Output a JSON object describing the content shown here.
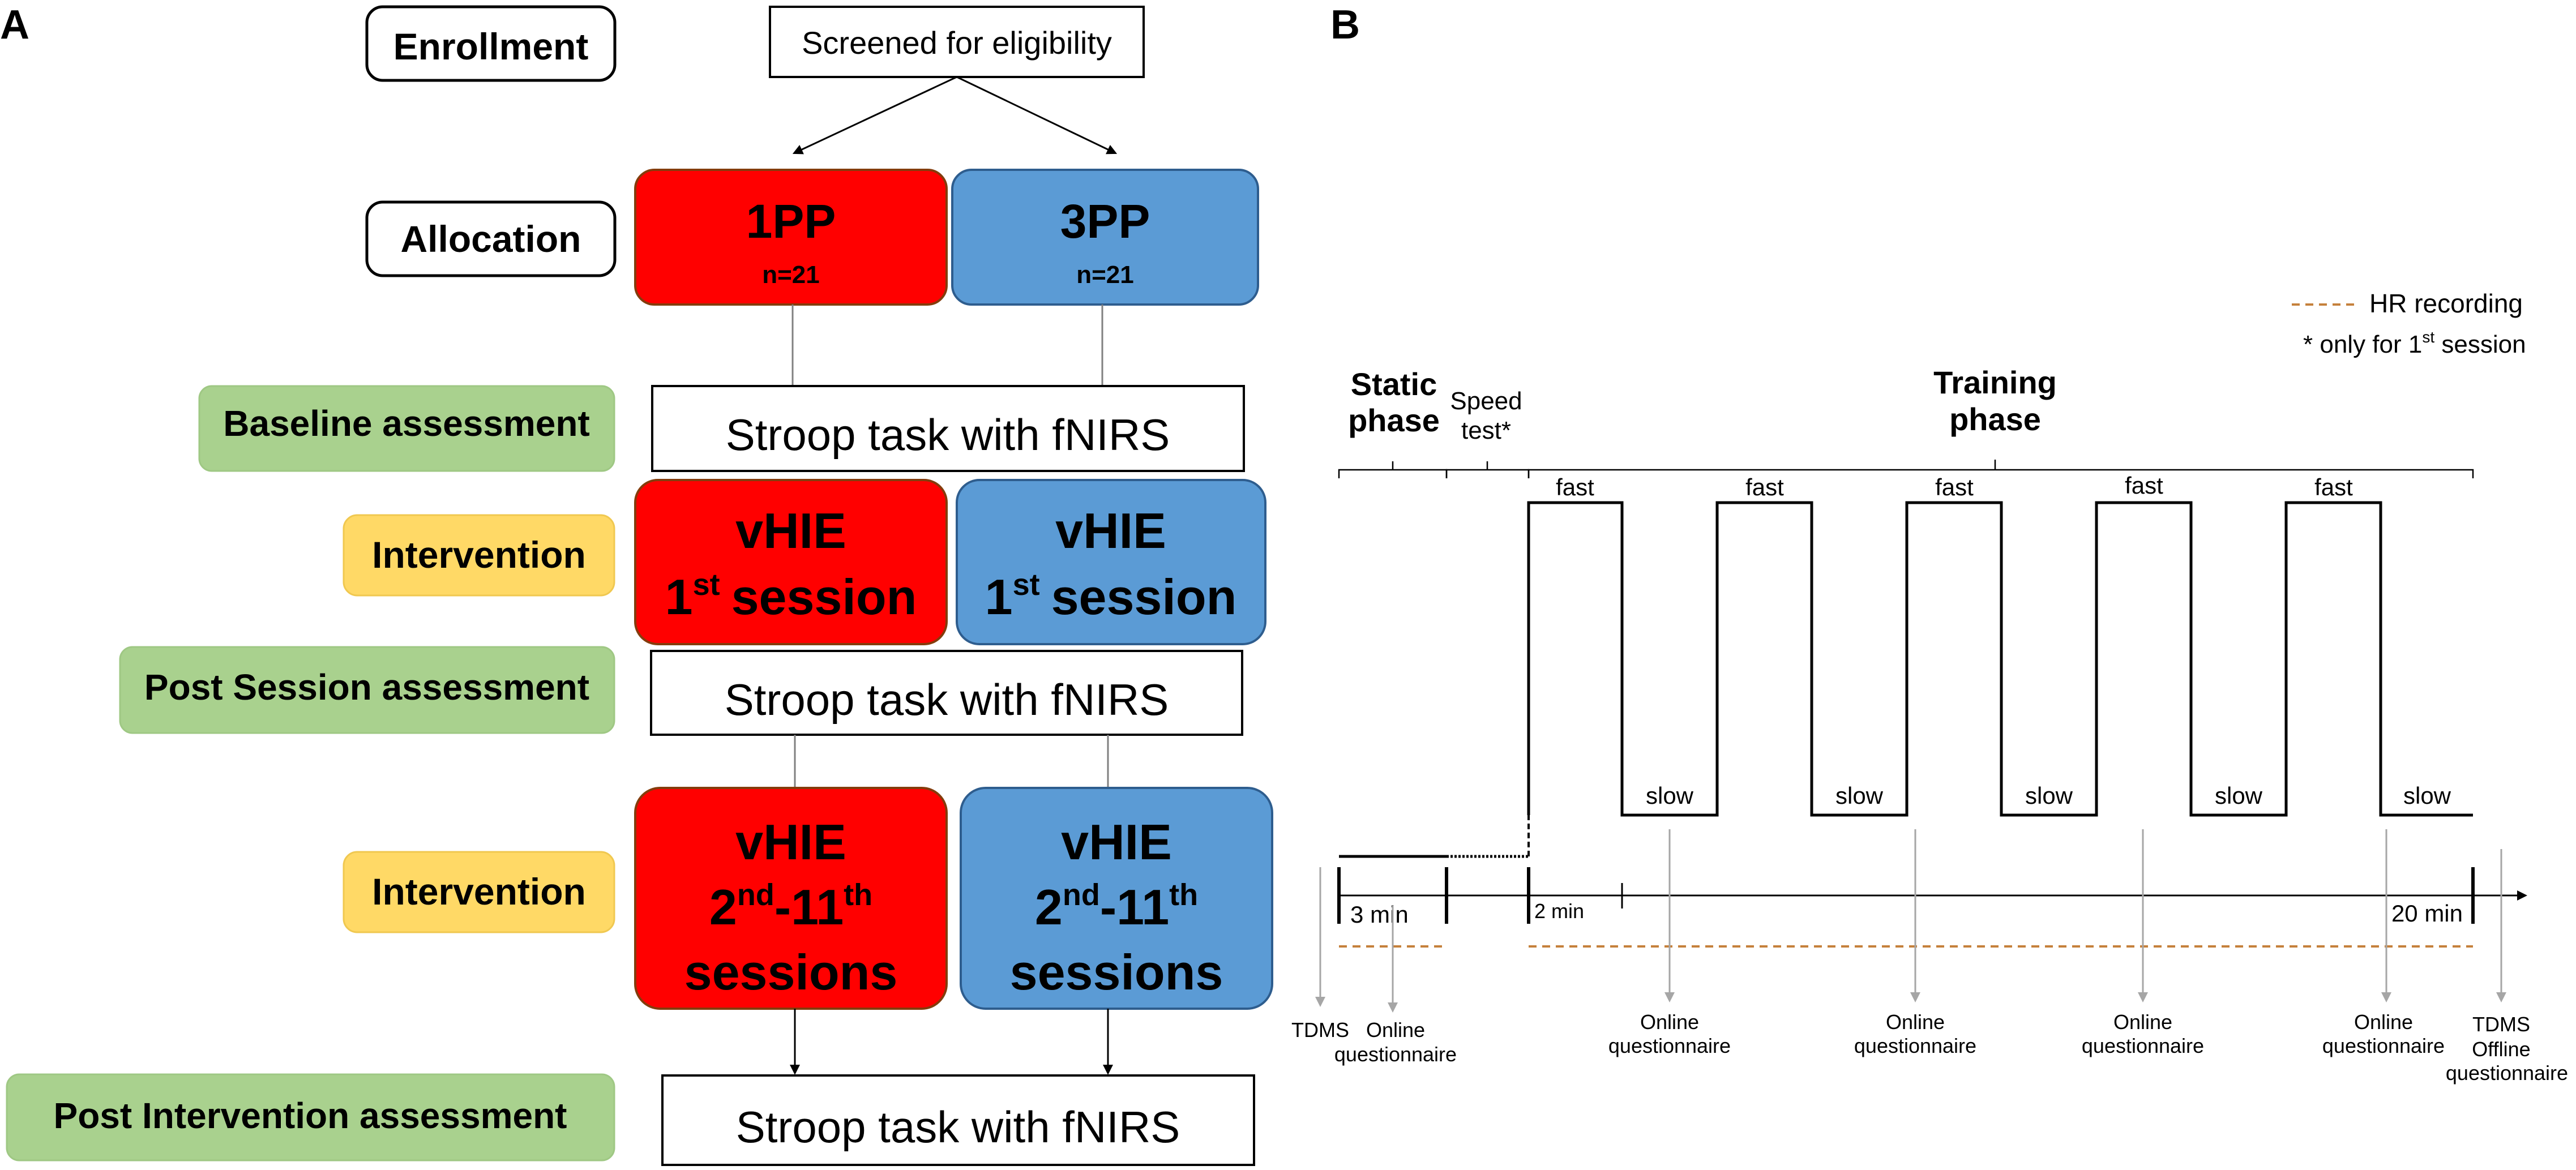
{
  "panel_a": {
    "letter": "A",
    "stage_labels": {
      "enrollment": "Enrollment",
      "allocation": "Allocation",
      "baseline": "Baseline assessment",
      "intervention_1": "Intervention",
      "post_session": "Post Session assessment",
      "intervention_2": "Intervention",
      "post_intervention": "Post Intervention assessment"
    },
    "screened": "Screened for eligibility",
    "groups": [
      {
        "name": "1PP",
        "n": "n=21",
        "color": "#ff0000"
      },
      {
        "name": "3PP",
        "n": "n=21",
        "color": "#5b9bd5"
      }
    ],
    "stroop": "Stroop task with fNIRS",
    "first_session": {
      "title": "vHIE",
      "ord": "1",
      "ord_sup": "st",
      "word": "session"
    },
    "later_sessions": {
      "title": "vHIE",
      "a": "2",
      "a_sup": "nd",
      "dash": "-11",
      "b_sup": "th",
      "word": "sessions"
    },
    "colors": {
      "green_label": "#a9d18e",
      "orange_label": "#ffd966",
      "red": "#ff0000",
      "blue": "#5b9bd5"
    }
  },
  "panel_b": {
    "letter": "B",
    "legend": {
      "hr": "HR recording",
      "note": "* only for 1",
      "note_sup": "st",
      "note_tail": " session"
    },
    "phases": {
      "static_1": "Static",
      "static_2": "phase",
      "speed_1": "Speed",
      "speed_2": "test*",
      "training_1": "Training",
      "training_2": "phase"
    },
    "fast": "fast",
    "slow": "slow",
    "times": {
      "t1": "3 min",
      "t2": "2 min",
      "t3": "20 min"
    },
    "markers": {
      "tdms": "TDMS",
      "online_1": "Online",
      "online_2": "questionnaire",
      "offline_1": "Offline",
      "offline_2": "questionnaire"
    },
    "hr_color": "#c5803b"
  }
}
